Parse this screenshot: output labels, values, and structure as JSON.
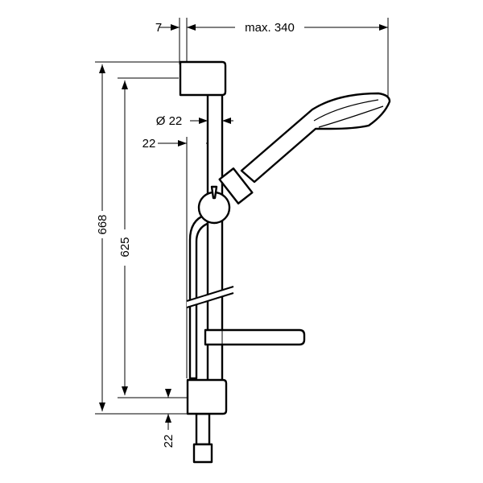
{
  "dimensions": {
    "offset_top": "7",
    "reach": "max. 340",
    "rail_diameter": "Ø 22",
    "rail_offset": "22",
    "overall_height": "668",
    "bracket_spacing": "625",
    "bottom_overhang": "22"
  }
}
